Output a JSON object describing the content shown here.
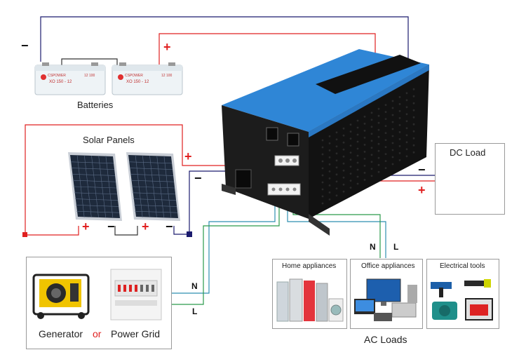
{
  "labels": {
    "batteries": "Batteries",
    "solar_panels": "Solar Panels",
    "dc_load": "DC Load",
    "generator": "Generator",
    "or": "or",
    "power_grid": "Power Grid",
    "home_appliances": "Home appliances",
    "office_appliances": "Office appliances",
    "electrical_tools": "Electrical tools",
    "ac_loads": "AC Loads"
  },
  "signs": {
    "plus": "+",
    "minus": "−"
  },
  "wire_labels": {
    "neutral": "N",
    "live": "L"
  },
  "battery_text": {
    "brand": "CSPOWER",
    "voltage": "12 100",
    "model": "XO 150 - 12"
  },
  "colors": {
    "positive_wire": "#e02020",
    "negative_wire": "#1b1b6e",
    "neutral_wire": "#2e8fb0",
    "live_wire": "#2a9a4a",
    "inverter_top": "#2f86d6",
    "inverter_body": "#151515",
    "panel_cell": "#1e2a3c"
  }
}
